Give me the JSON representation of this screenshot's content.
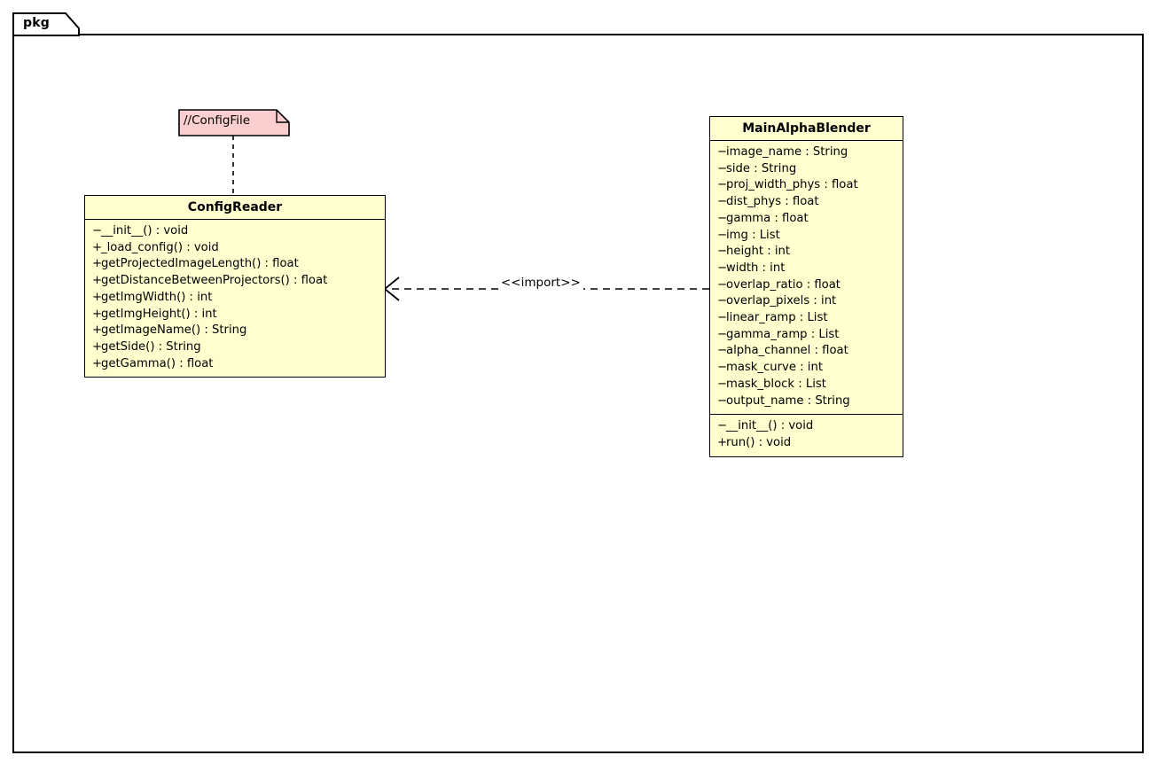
{
  "diagram": {
    "type": "uml-class-diagram",
    "package": {
      "label": "pkg"
    },
    "note": {
      "text": "//ConfigFile",
      "color": "#FBCFCF",
      "border_color": "#000000",
      "attached_to": "ConfigReader",
      "link_style": "dashed"
    },
    "colors": {
      "class_background": "#FEFECE",
      "class_border": "#000000",
      "note_background": "#FBCFCF",
      "page_background": "#FFFFFF",
      "line": "#000000"
    },
    "classes": [
      {
        "id": "configreader",
        "name": "ConfigReader",
        "attributes": [],
        "methods": [
          {
            "visibility": "−",
            "signature": "__init__() : void"
          },
          {
            "visibility": "+",
            "signature": "_load_config() : void"
          },
          {
            "visibility": "+",
            "signature": "getProjectedImageLength() : float"
          },
          {
            "visibility": "+",
            "signature": "getDistanceBetweenProjectors() : float"
          },
          {
            "visibility": "+",
            "signature": "getImgWidth() : int"
          },
          {
            "visibility": "+",
            "signature": "getImgHeight() : int"
          },
          {
            "visibility": "+",
            "signature": "getImageName() : String"
          },
          {
            "visibility": "+",
            "signature": "getSide() : String"
          },
          {
            "visibility": "+",
            "signature": "getGamma() : float"
          }
        ]
      },
      {
        "id": "mainalphablender",
        "name": "MainAlphaBlender",
        "attributes": [
          {
            "visibility": "−",
            "signature": "image_name : String"
          },
          {
            "visibility": "−",
            "signature": "side : String"
          },
          {
            "visibility": "−",
            "signature": "proj_width_phys : float"
          },
          {
            "visibility": "−",
            "signature": "dist_phys : float"
          },
          {
            "visibility": "−",
            "signature": "gamma : float"
          },
          {
            "visibility": "−",
            "signature": "img : List"
          },
          {
            "visibility": "−",
            "signature": "height : int"
          },
          {
            "visibility": "−",
            "signature": "width : int"
          },
          {
            "visibility": "−",
            "signature": "overlap_ratio : float"
          },
          {
            "visibility": "−",
            "signature": "overlap_pixels : int"
          },
          {
            "visibility": "−",
            "signature": "linear_ramp : List"
          },
          {
            "visibility": "−",
            "signature": "gamma_ramp : List"
          },
          {
            "visibility": "−",
            "signature": "alpha_channel : float"
          },
          {
            "visibility": "−",
            "signature": "mask_curve : int"
          },
          {
            "visibility": "−",
            "signature": "mask_block : List"
          },
          {
            "visibility": "−",
            "signature": "output_name : String"
          }
        ],
        "methods": [
          {
            "visibility": "−",
            "signature": "__init__() : void"
          },
          {
            "visibility": "+",
            "signature": "run() : void"
          }
        ]
      }
    ],
    "relationships": [
      {
        "id": "import-dependency",
        "stereotype": "<<import>>",
        "from": "MainAlphaBlender",
        "to": "ConfigReader",
        "style": "dashed",
        "arrow": "open"
      }
    ]
  }
}
